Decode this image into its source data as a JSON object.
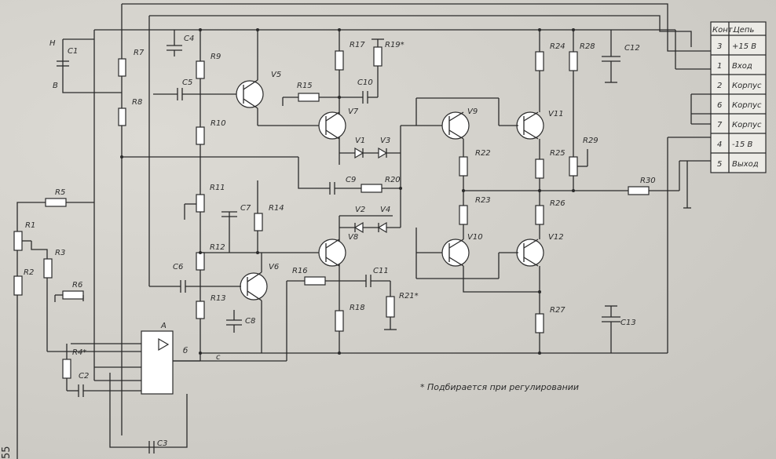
{
  "note": "* Подбирается при регулировании",
  "page_number": "55",
  "labels": {
    "R1": "R1",
    "R2": "R2",
    "R3": "R3",
    "R4": "R4*",
    "R5": "R5",
    "R6": "R6",
    "R7": "R7",
    "R8": "R8",
    "R9": "R9",
    "R10": "R10",
    "R11": "R11",
    "R12": "R12",
    "R13": "R13",
    "R14": "R14",
    "R15": "R15",
    "R16": "R16",
    "R17": "R17",
    "R18": "R18",
    "R19": "R19*",
    "R20": "R20",
    "R21": "R21*",
    "R22": "R22",
    "R23": "R23",
    "R24": "R24",
    "R25": "R25",
    "R26": "R26",
    "R27": "R27",
    "R28": "R28",
    "R29": "R29",
    "R30": "R30",
    "C1": "C1",
    "C2": "C2",
    "C3": "C3",
    "C4": "C4",
    "C5": "C5",
    "C6": "C6",
    "C7": "C7",
    "C8": "C8",
    "C9": "C9",
    "C10": "C10",
    "C11": "C11",
    "C12": "C12",
    "C13": "C13",
    "V1": "V1",
    "V2": "V2",
    "V3": "V3",
    "V4": "V4",
    "V5": "V5",
    "V6": "V6",
    "V7": "V7",
    "V8": "V8",
    "V9": "V9",
    "V10": "V10",
    "V11": "V11",
    "V12": "V12",
    "A": "A",
    "H": "H",
    "B": "B",
    "b": "б",
    "c": "с"
  },
  "connector_table": {
    "header": {
      "contact": "Конт.",
      "circuit": "Цепь"
    },
    "rows": [
      {
        "contact": "3",
        "circuit": "+15 В"
      },
      {
        "contact": "1",
        "circuit": "Вход"
      },
      {
        "contact": "2",
        "circuit": "Корпус"
      },
      {
        "contact": "6",
        "circuit": "Корпус"
      },
      {
        "contact": "7",
        "circuit": "Корпус"
      },
      {
        "contact": "4",
        "circuit": "-15 В"
      },
      {
        "contact": "5",
        "circuit": "Выход"
      }
    ]
  }
}
